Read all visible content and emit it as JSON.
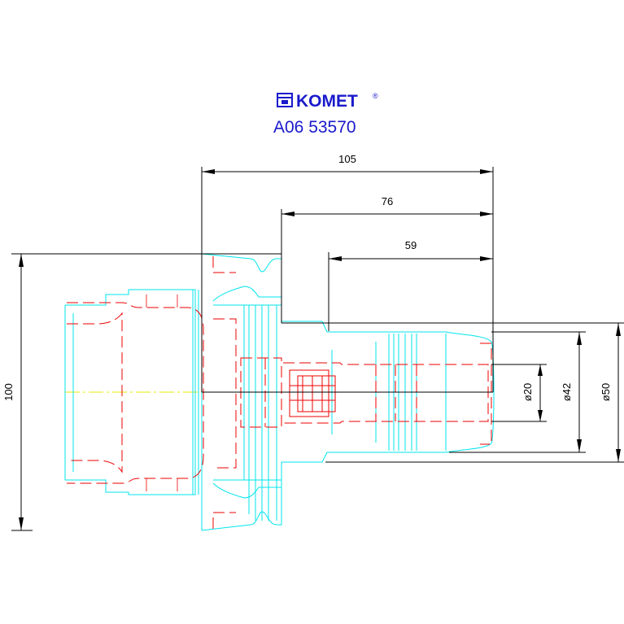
{
  "header": {
    "brand": "KOMET",
    "registered_mark": "®",
    "part_number": "A06 53570",
    "logo_icon": "komet-logo-icon"
  },
  "dimensions": {
    "len_total": "105",
    "len_76": "76",
    "len_59": "59",
    "height_total": "100",
    "dia_20": "ø20",
    "dia_42": "ø42",
    "dia_50": "ø50"
  },
  "colors": {
    "brand_blue": "#1a1acc",
    "outline_cyan": "#00e5ee",
    "hidden_red": "#ee0000",
    "dimension_black": "#000000",
    "center_yellow": "#e8e800"
  }
}
